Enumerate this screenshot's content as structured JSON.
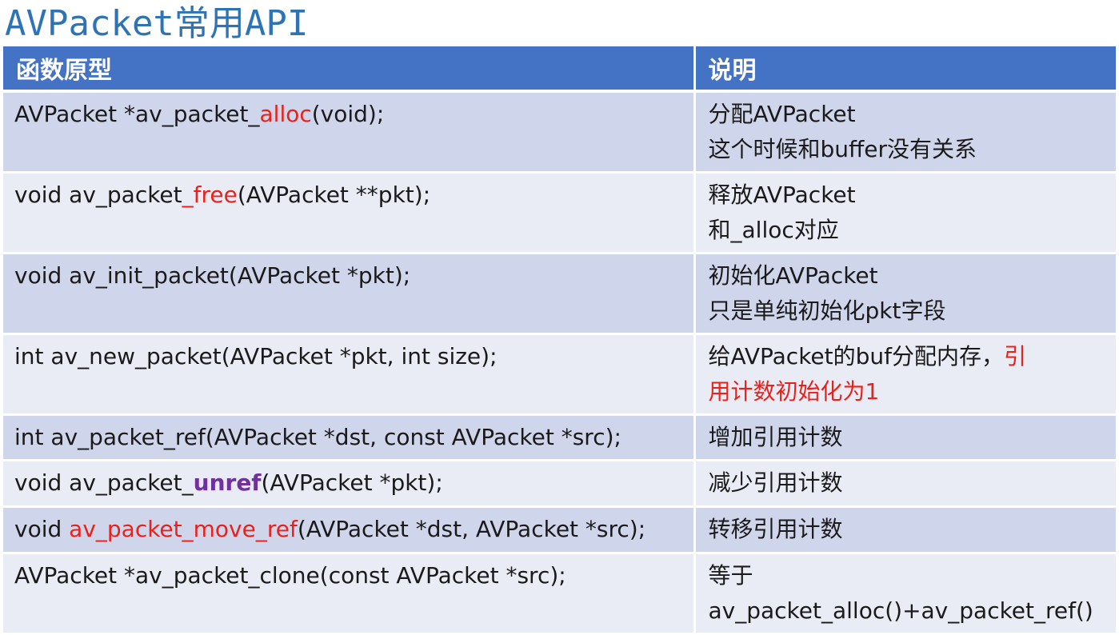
{
  "title": "AVPacket常用API",
  "table": {
    "headers": [
      "函数原型",
      "说明"
    ],
    "rows": [
      {
        "proto": [
          "AVPacket *av_packet_",
          "alloc",
          "(void);"
        ],
        "desc": [
          "分配AVPacket",
          "这个时候和buffer没有关系"
        ]
      },
      {
        "proto": [
          "void av_packet",
          "_free",
          "(AVPacket **pkt);"
        ],
        "desc": [
          "释放AVPacket",
          "和_alloc对应"
        ]
      },
      {
        "proto": [
          "void av_init_packet(AVPacket *pkt);"
        ],
        "desc": [
          "初始化AVPacket",
          "只是单纯初始化pkt字段"
        ]
      },
      {
        "proto": [
          "int av_new_packet(AVPacket *pkt, int size);"
        ],
        "desc": [
          "给AVPacket的buf分配内存，",
          "引",
          "用计数初始化为1"
        ]
      },
      {
        "proto": [
          "int av_packet_ref(AVPacket *dst, const AVPacket *src);"
        ],
        "desc": [
          "增加引用计数"
        ]
      },
      {
        "proto": [
          "void av_packet_",
          "unref",
          "(AVPacket *pkt);"
        ],
        "desc": [
          "减少引用计数"
        ]
      },
      {
        "proto": [
          "void ",
          "av_packet_move_ref",
          "(AVPacket *dst, AVPacket *src);"
        ],
        "desc": [
          "转移引用计数"
        ]
      },
      {
        "proto": [
          "AVPacket *av_packet_clone(const AVPacket *src);"
        ],
        "desc": [
          "等于",
          "av_packet_alloc()+av_packet_ref()"
        ]
      }
    ]
  },
  "colors": {
    "title": "#2e74b5",
    "header_bg": "#4472c4",
    "row_odd": "#cfd5ea",
    "row_even": "#e9ebf5",
    "highlight_red": "#e8221b",
    "highlight_purple": "#7030a0"
  }
}
